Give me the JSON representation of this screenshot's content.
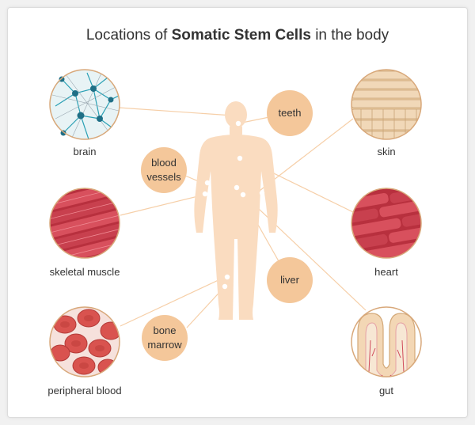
{
  "title": {
    "prefix": "Locations of ",
    "bold": "Somatic Stem Cells",
    "suffix": " in the body"
  },
  "tissues": {
    "brain": "brain",
    "skeletal_muscle": "skeletal muscle",
    "peripheral_blood": "peripheral blood",
    "skin": "skin",
    "heart": "heart",
    "gut": "gut"
  },
  "bubbles": {
    "teeth": "teeth",
    "blood_vessels_1": "blood",
    "blood_vessels_2": "vessels",
    "liver": "liver",
    "bone_marrow_1": "bone",
    "bone_marrow_2": "marrow"
  },
  "colors": {
    "body": "#fadcc0",
    "bubble": "#f4c79a",
    "line": "#f6cfa8",
    "muscle": "#c8404e",
    "blood": "#d9534f",
    "skin": "#e9c9a0",
    "brain_bg": "#e8f3f5",
    "neuron": "#2aa0b4"
  }
}
